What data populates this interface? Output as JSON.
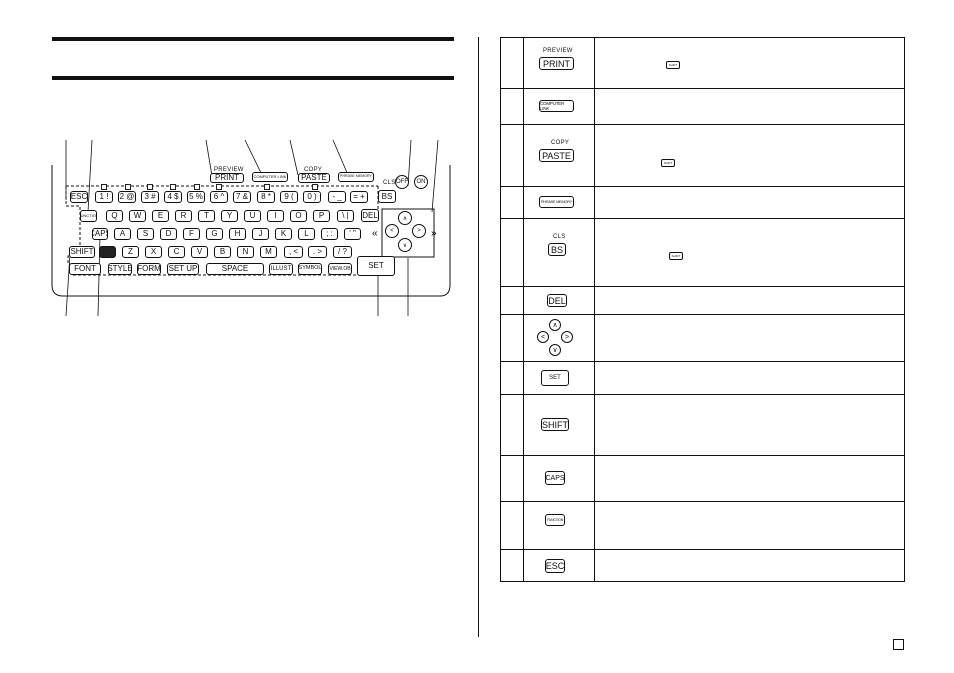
{
  "keyboard": {
    "row1": [
      "ESC",
      "1 !",
      "2 @",
      "3 #",
      "4 $",
      "5 %",
      "6 ^",
      "7 &",
      "8 *",
      "9 (",
      "0 )",
      "- _",
      "= +"
    ],
    "row2": [
      "Q",
      "W",
      "E",
      "R",
      "T",
      "Y",
      "U",
      "I",
      "O",
      "P",
      "\\ |"
    ],
    "row3": [
      "A",
      "S",
      "D",
      "F",
      "G",
      "H",
      "J",
      "K",
      "L",
      "; :",
      "' \""
    ],
    "row4": [
      "Z",
      "X",
      "C",
      "V",
      "B",
      "N",
      "M",
      ", <",
      ". >",
      "/ ?"
    ],
    "row5": [
      "FONT",
      "STYLE",
      "FORM",
      "SET UP",
      "SPACE",
      "ILLUST",
      "SYMBOL",
      "VIEW.OB"
    ],
    "shift": "SHIFT",
    "caps": "CAPS",
    "del": "DEL",
    "bs": "BS",
    "cls": "CLS",
    "set": "SET",
    "off": "OFF",
    "on": "ON",
    "print": "PRINT",
    "preview": "PREVIEW",
    "paste": "PASTE",
    "copy": "COPY",
    "computer_link": "COMPUTER LINK",
    "phrase_memory": "PHRASE MEMORY"
  },
  "table": {
    "rows": [
      {
        "top_label": "PREVIEW",
        "key": "PRINT",
        "mini": "SHIFT"
      },
      {
        "key": "COMPUTER LINK"
      },
      {
        "top_label": "COPY",
        "key": "PASTE",
        "mini": "SHIFT"
      },
      {
        "key": "PHRASE MEMORY"
      },
      {
        "top_label": "CLS",
        "key": "BS",
        "mini": "SHIFT"
      },
      {
        "key": "DEL"
      },
      {
        "key": "cursor"
      },
      {
        "key": "SET"
      },
      {
        "key": "SHIFT"
      },
      {
        "key": "CAPS"
      },
      {
        "key": "FUNCTION"
      },
      {
        "key": "ESC"
      }
    ]
  }
}
